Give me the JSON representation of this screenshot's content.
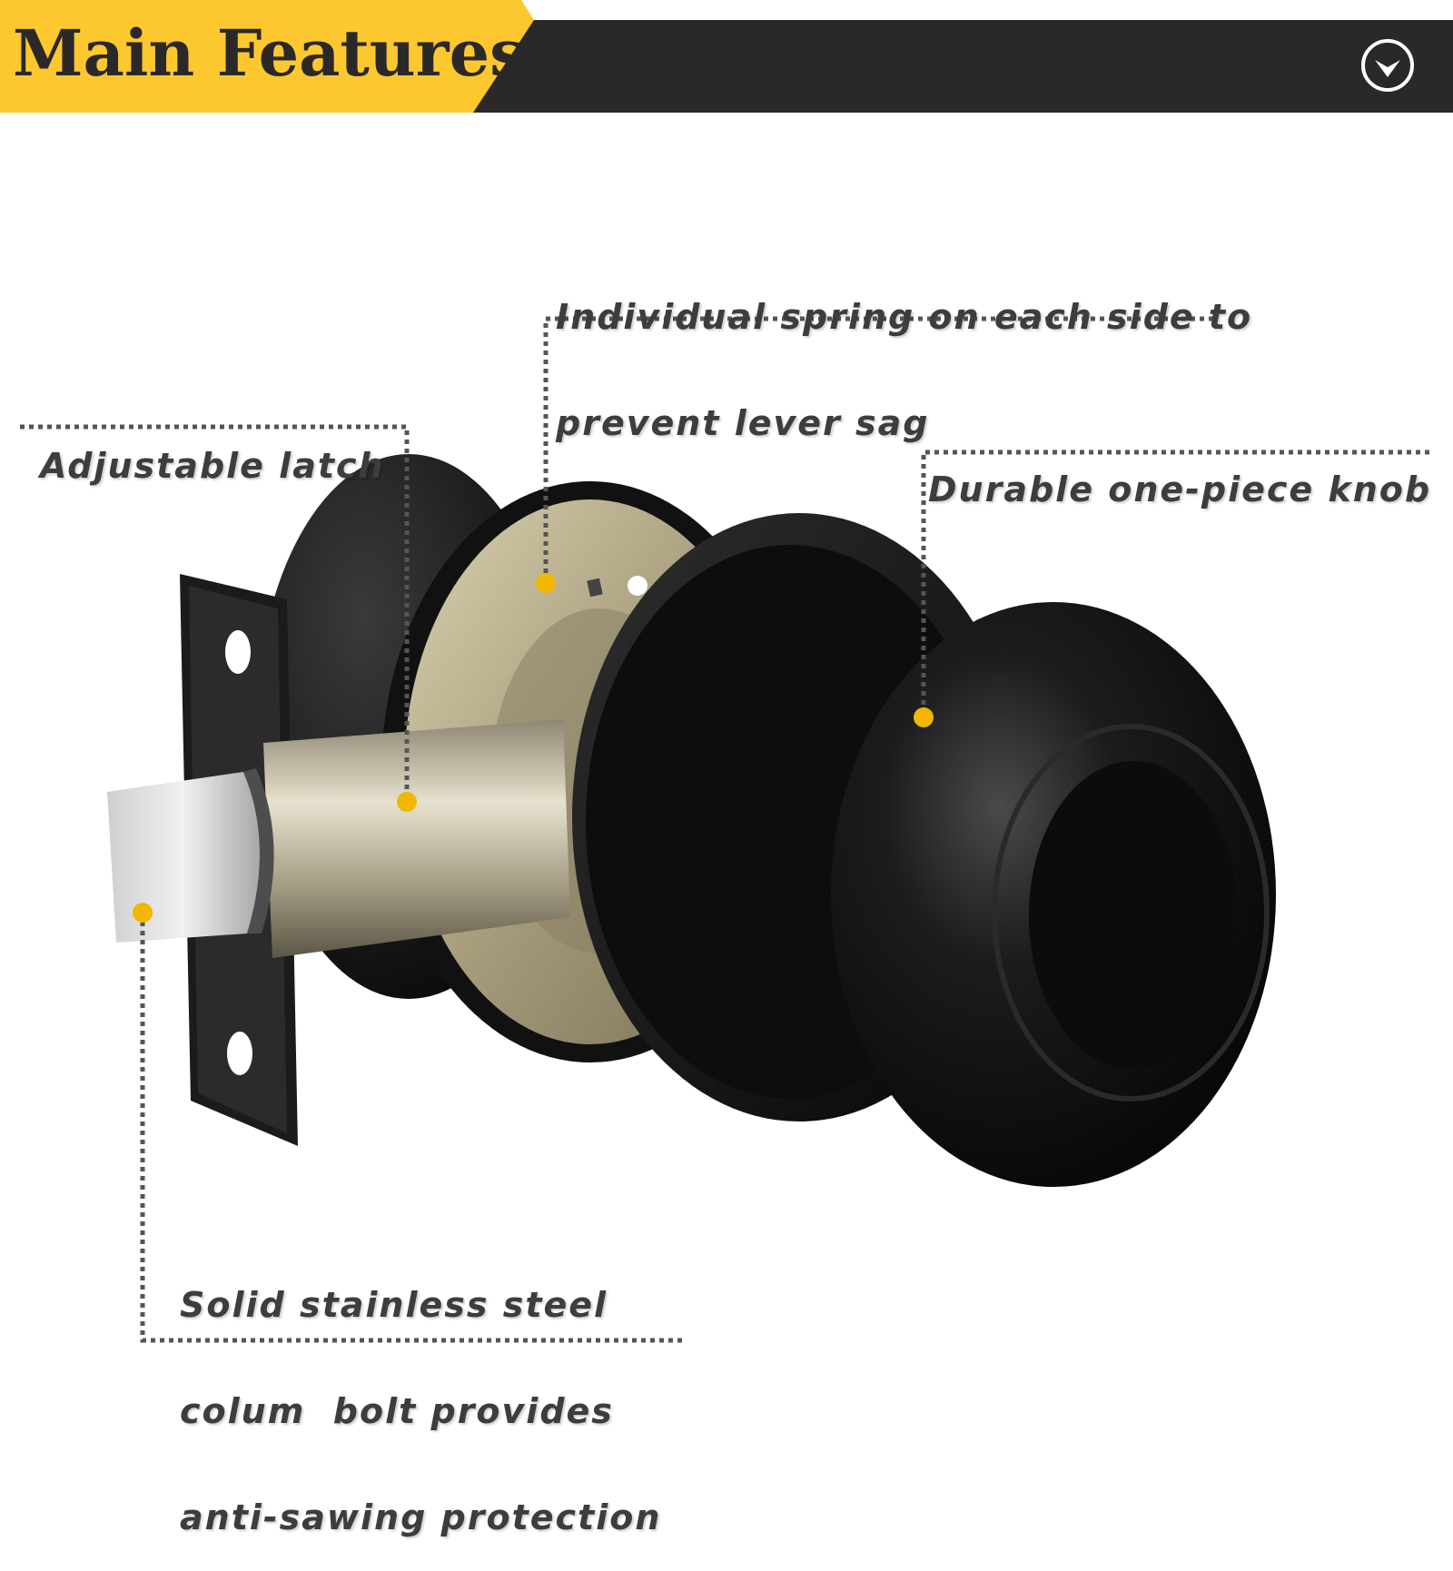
{
  "header": {
    "title": "Main Features",
    "accent_color": "#fdc82f",
    "bar_color": "#2b2928",
    "chevron_icon": "chevron-down-circle-icon"
  },
  "callouts": {
    "spring": {
      "lines": [
        "Individual spring on each side to",
        "prevent lever sag"
      ]
    },
    "latch": {
      "lines": [
        "Adjustable latch"
      ]
    },
    "knob": {
      "lines": [
        "Durable one-piece knob"
      ]
    },
    "bolt": {
      "lines": [
        "Solid stainless steel",
        "colum  bolt provides",
        "anti-sawing protection"
      ]
    },
    "marker_color": "#f2b705",
    "leader_color": "#555555"
  },
  "product": {
    "finish_color": "#111111",
    "metal_color": "#b7ad8e"
  }
}
